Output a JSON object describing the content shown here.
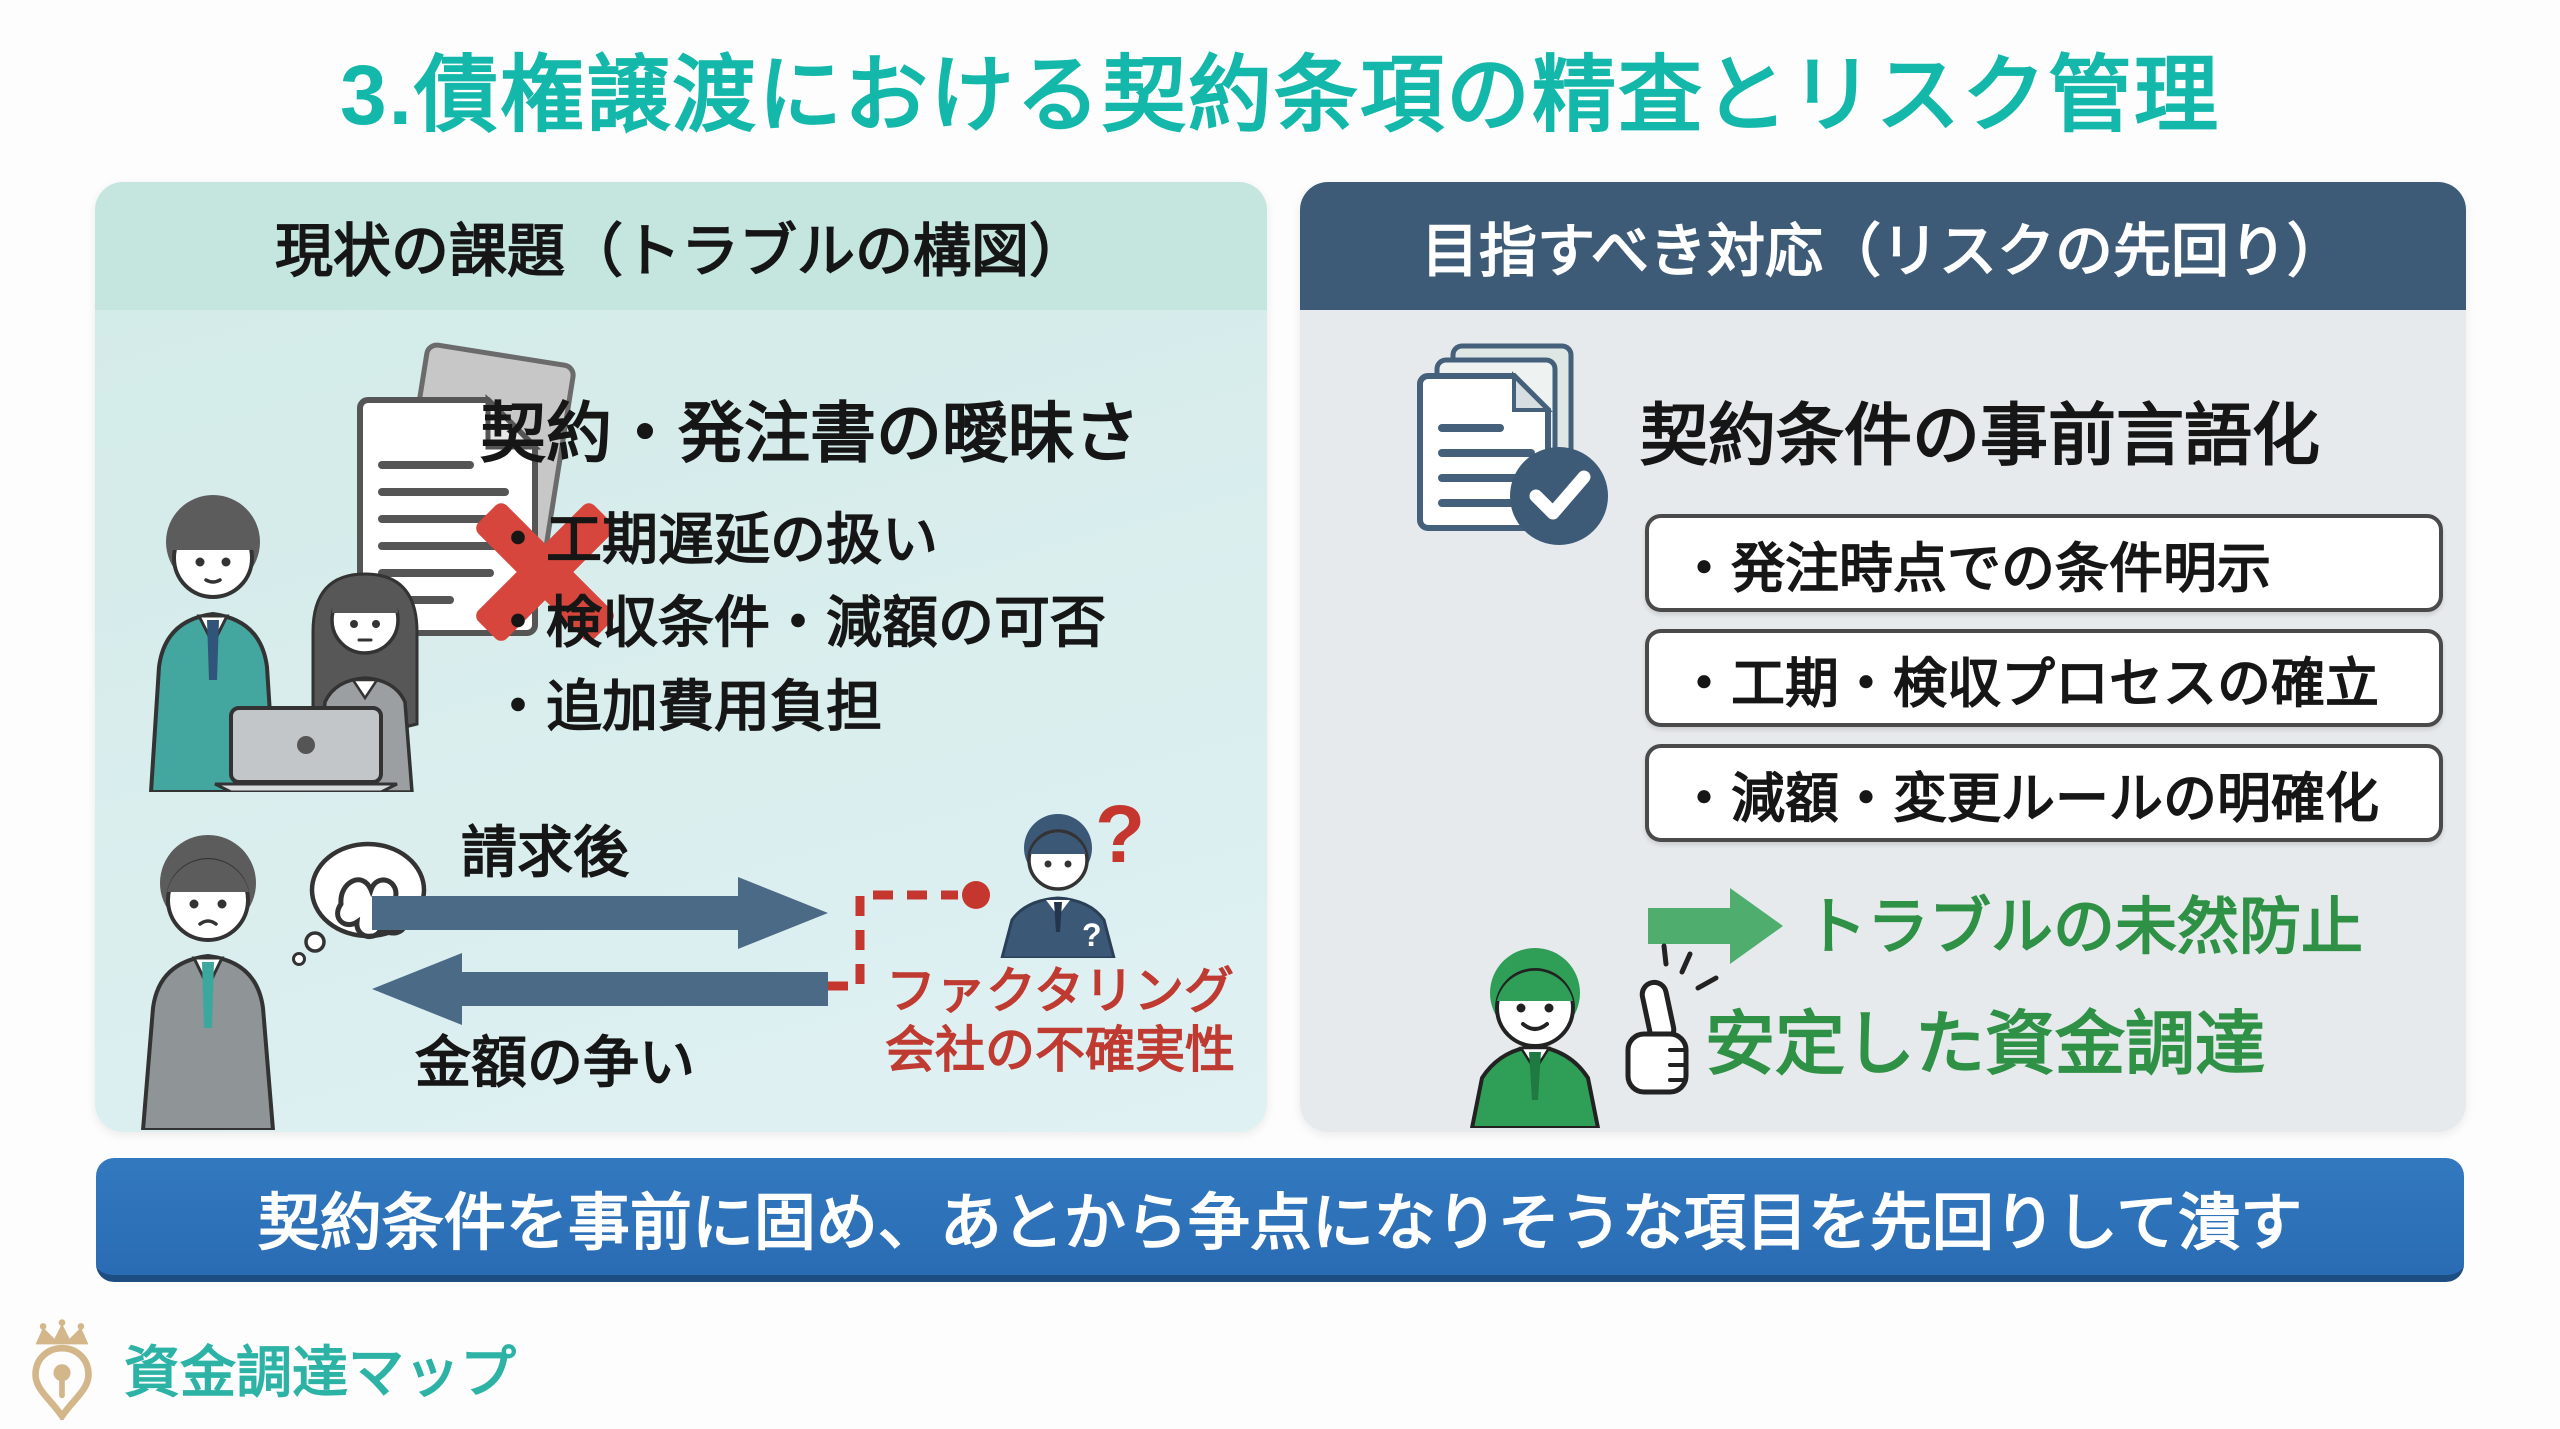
{
  "title": "3.債権譲渡における契約条項の精査とリスク管理",
  "left_panel": {
    "header": "現状の課題（トラブルの構図）",
    "issue_heading": "契約・発注書の曖昧さ",
    "bullets": [
      "・工期遅延の扱い",
      "・検収条件・減額の可否",
      "・追加費用負担"
    ],
    "claim_arrow_label": "請求後",
    "dispute_arrow_label": "金額の争い",
    "big_question": "?",
    "chest_question": "?",
    "risk_line1": "ファクタリング",
    "risk_line2": "会社の不確実性"
  },
  "right_panel": {
    "header": "目指すべき対応（リスクの先回り）",
    "solution_heading": "契約条件の事前言語化",
    "boxes": [
      "・発注時点での条件明示",
      "・工期・検収プロセスの確立",
      "・減額・変更ルールの明確化"
    ],
    "prevention_label": "トラブルの未然防止",
    "funding_label": "安定した資金調達"
  },
  "bottom_banner": "契約条件を事前に固め、あとから争点になりそうな項目を先回りして潰す",
  "logo": {
    "text": "資金調達マップ"
  },
  "colors": {
    "title_teal": "#14b8ab",
    "left_header_bg": "#c4e6df",
    "left_body_bg": "#d9edec",
    "right_header_bg": "#3d5a76",
    "right_body_bg": "#e7eaed",
    "arrow_slate": "#4b6a86",
    "alert_red": "#c5372e",
    "success_green": "#2e9145",
    "green_arrow": "#4fae6d",
    "banner_blue": "#2d72b9",
    "logo_gold": "#d3b78a",
    "logo_teal": "#2cb3a6"
  }
}
